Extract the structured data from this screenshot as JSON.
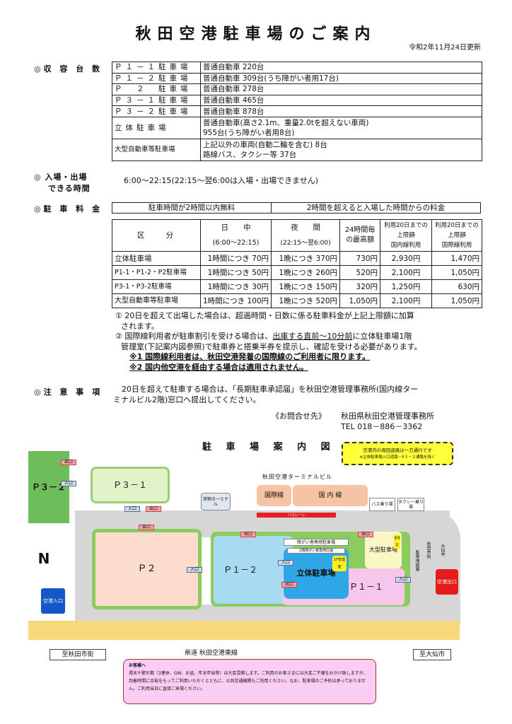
{
  "title": "秋田空港駐車場のご案内",
  "updated": "令和2年11月24日更新",
  "capacity": {
    "label": "◎収 容 台 数",
    "rows": [
      {
        "name": "Ｐ１－１駐車場",
        "value": "普通自動車 220台"
      },
      {
        "name": "Ｐ１－２駐車場",
        "value": "普通自動車 309台(うち障がい者用17台)"
      },
      {
        "name": "Ｐ　２　駐車場",
        "value": "普通自動車 278台"
      },
      {
        "name": "Ｐ３－１駐車場",
        "value": "普通自動車 465台"
      },
      {
        "name": "Ｐ３－２駐車場",
        "value": "普通自動車 878台"
      },
      {
        "name": "立体駐車場",
        "value": "普通自動車(高さ2.1m、重量2.0tを超えない車両)",
        "value2": "955台(うち障がい者用8台)"
      },
      {
        "name": "大型自動車等駐車場",
        "value": "上記以外の車両(自動二輪を含む) 8台",
        "value2": "路線バス、タクシー等 37台"
      }
    ]
  },
  "hours": {
    "label1": "◎ 入場・出場",
    "label2": "できる時間",
    "text": "6:00～22:15(22:15～翌6:00は入場・出場できません)"
  },
  "fee": {
    "label": "◎駐 車 料 金",
    "free": "駐車時間が2時間以内無料",
    "over": "2時間を超えると入場した時間からの料金",
    "headers": {
      "kubun": "区　　分",
      "day": "日　　中",
      "day_time": "(6:00～22:15)",
      "night": "夜　　間",
      "night_time": "(22:15～翌6:00)",
      "max24": "24時間毎の最高額",
      "dom": "利用20日までの上限額",
      "dom2": "国内線利用",
      "intl": "利用20日までの上限額",
      "intl2": "国際線利用"
    },
    "rows": [
      {
        "name": "立体駐車場",
        "day": "1時間につき 70円",
        "night": "1晩につき 370円",
        "max": "730円",
        "dom": "2,930円",
        "intl": "1,470円"
      },
      {
        "name": "P1-1・P1-2・P2駐車場",
        "day": "1時間につき 50円",
        "night": "1晩につき 260円",
        "max": "520円",
        "dom": "2,100円",
        "intl": "1,050円"
      },
      {
        "name": "P3-1・P3-2駐車場",
        "day": "1時間につき 30円",
        "night": "1晩につき 150円",
        "max": "320円",
        "dom": "1,250円",
        "intl": "630円"
      },
      {
        "name": "大型自動車等駐車場",
        "day": "1時間につき 100円",
        "night": "1晩につき 520円",
        "max": "1,050円",
        "dom": "2,100円",
        "intl": "1,050円"
      }
    ]
  },
  "notes": {
    "n1a": "① 20日を超えて出場した場合は、超過時間・日数に係る駐車料金が上記上限額に加算",
    "n1b": "されます。",
    "n2a": "② 国際線利用者が駐車割引を受ける場合は、",
    "n2u": "出庫する直前～10分前",
    "n2b": "に立体駐車場1階",
    "n2c": "管理室(下記案内図参照)で駐車券と搭乗半券を提示し、確認を受ける必要があります。",
    "s1": "※1 国際線利用者は、秋田空港発着の国際線のご利用者に限ります。",
    "s2": "※2 国内他空港を経由する場合は適用されません。"
  },
  "caution": {
    "label": "◎注 意 事 項",
    "text1": "20日を超えて駐車する場合は、「長期駐車承認届」を秋田空港管理事務所(国内線ター",
    "text2": "ミナルビル2階)窓口へ提出してください。"
  },
  "contact": {
    "label": "《お問合せ先》",
    "org": "秋田県秋田空港管理事務所",
    "tel": "TEL 018－886－3362"
  },
  "map": {
    "title": "駐 車 場 案 内 図",
    "oneway1": "空港内の周回道路は一方通行です",
    "oneway2": "※立体駐車場入口道路・P３－２通路を除く",
    "terminal": "秋田空港ターミナルビル",
    "intl": "国際線",
    "dom": "国 内 線",
    "cargo": "貨物ターミナル",
    "bus": "バス乗り場",
    "taxi": "タクシー乗り場",
    "buslane": "バスレーン",
    "p32": "Ｐ３－２",
    "p31": "Ｐ３－１",
    "p2": "Ｐ２",
    "p12": "Ｐ１－２",
    "p11": "Ｐ１－１",
    "tower": "立体駐車場",
    "large": "大型駐車場",
    "office": "1F管理室",
    "kanri": "管理室",
    "hc1": "障がい者専用駐車場",
    "hc2": "1階障がい者専用区画",
    "entry": "入口",
    "exit": "出口",
    "road_west": "至秋田市街",
    "road_east": "至大仙市",
    "prefroad": "県道 秋田空港東線",
    "airport_in": "空港入口",
    "airport_out": "空港出口",
    "side1": "駐車場経路",
    "side2": "秋田市街",
    "side3": "大仙市",
    "north": "N",
    "notice_title": "お客様へ",
    "notice": "週末や繁忙期（3連休、GW、お盆、年末年始等）は大変混雑します。ご利用のお客さまには大変ご不便をおかけ致しますが、到着時間に余裕をもってご利用いただくとともに、公共交通機関もご利用ください。なお、駐車場のご予約は承っておりません。ご利用当日に直接ご来場ください。"
  }
}
